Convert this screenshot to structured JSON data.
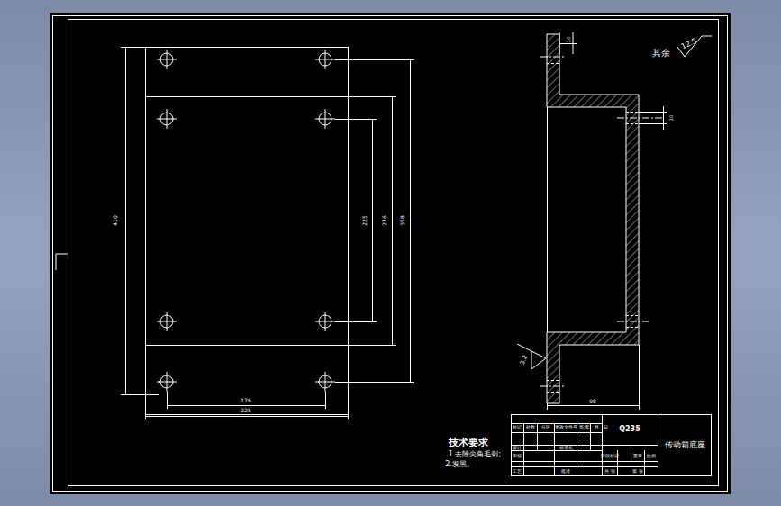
{
  "diagram": {
    "title": "传动箱底座",
    "labels": [
      "410",
      "225",
      "276",
      "358",
      "176",
      "225",
      "10",
      "10",
      "98",
      "3.2",
      "其余",
      "12.5",
      "技术要求",
      "1.去除尖角毛刺;",
      "2.发黑。",
      "Q235",
      "标记",
      "处数",
      "分区",
      "更改文件号",
      "签名",
      "年、月、日",
      "设计",
      "标准化",
      "审核",
      "工艺",
      "批准",
      "阶段标记",
      "重量",
      "比例",
      "共 张",
      "第 张"
    ]
  }
}
